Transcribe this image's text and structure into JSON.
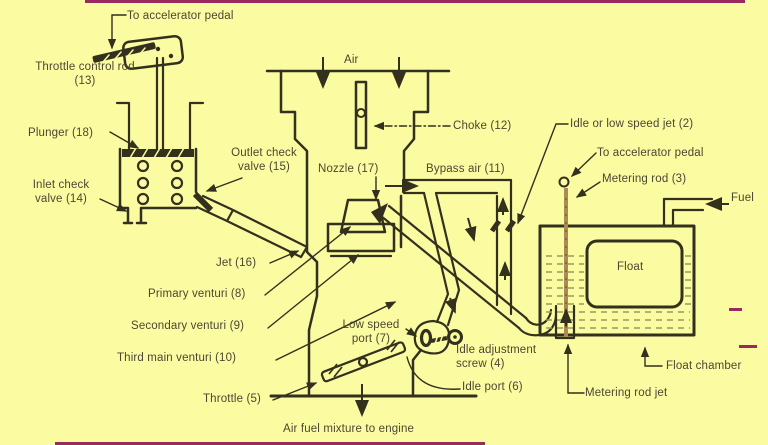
{
  "figure": {
    "kind": "carburetor-schematic-diagram",
    "colors": {
      "bg": "#fbfba1",
      "ink": "#33301e",
      "text": "#4b4733",
      "rod": "#ad8955",
      "fuel": "#9a9a60",
      "scan": "#992a5c"
    }
  },
  "labels": {
    "to_accelerator_pedal_top": "To accelerator pedal",
    "throttle_control_rod_l1": "Throttle control rod",
    "throttle_control_rod_l2": "(13)",
    "plunger": "Plunger (18)",
    "inlet_check_l1": "Inlet check",
    "inlet_check_l2": "valve (14)",
    "outlet_check_l1": "Outlet check",
    "outlet_check_l2": "valve (15)",
    "air": "Air",
    "choke": "Choke (12)",
    "nozzle": "Nozzle (17)",
    "bypass_air": "Bypass air (11)",
    "idle_jet": "Idle or low speed jet (2)",
    "to_accelerator_pedal_right": "To accelerator pedal",
    "metering_rod": "Metering rod (3)",
    "fuel": "Fuel",
    "float": "Float",
    "float_chamber": "Float chamber",
    "metering_rod_jet": "Metering rod jet",
    "jet": "Jet (16)",
    "primary_venturi": "Primary venturi (8)",
    "secondary_venturi": "Secondary venturi (9)",
    "third_main_venturi": "Third main venturi (10)",
    "low_speed_port_l1": "Low speed",
    "low_speed_port_l2": "port (7)",
    "idle_adjustment_l1": "Idle adjustment",
    "idle_adjustment_l2": "screw (4)",
    "idle_port": "Idle port (6)",
    "throttle": "Throttle (5)",
    "air_fuel_mixture": "Air fuel mixture to engine"
  }
}
